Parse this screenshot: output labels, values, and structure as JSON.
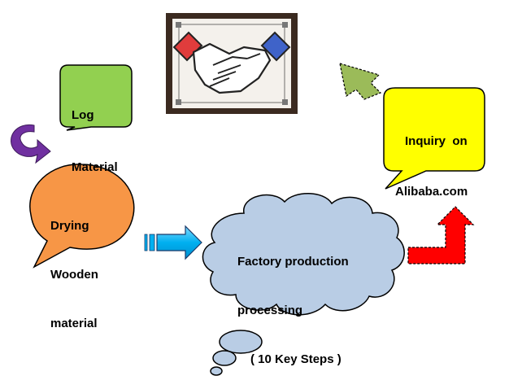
{
  "bubbles": {
    "log": {
      "line1": "Log",
      "line2": "Material",
      "fill": "#92d050"
    },
    "drying": {
      "line1": "Drying",
      "line2": "Wooden",
      "line3": "material",
      "fill": "#f79646"
    },
    "inquiry": {
      "line1": "Inquiry  on",
      "line2": "Alibaba.com",
      "fill": "#ffff00"
    }
  },
  "cloud": {
    "line1": "Factory production",
    "line2": "processing",
    "line3": "( 10 Key Steps )",
    "fill": "#b9cde5"
  },
  "handshake": {
    "icon": "handshake-icon",
    "frame_color": "#3b2a20",
    "left_cuff": "#e03c3c",
    "right_cuff": "#3f63c9"
  },
  "arrows": {
    "curved": {
      "icon": "curved-arrow-icon",
      "fill": "#7030a0"
    },
    "blue": {
      "icon": "striped-right-arrow-icon",
      "fill": "#00b0f0"
    },
    "red": {
      "icon": "bent-up-arrow-icon",
      "fill": "#ff0000"
    },
    "green": {
      "icon": "up-left-arrow-icon",
      "fill": "#9bbb59"
    }
  }
}
